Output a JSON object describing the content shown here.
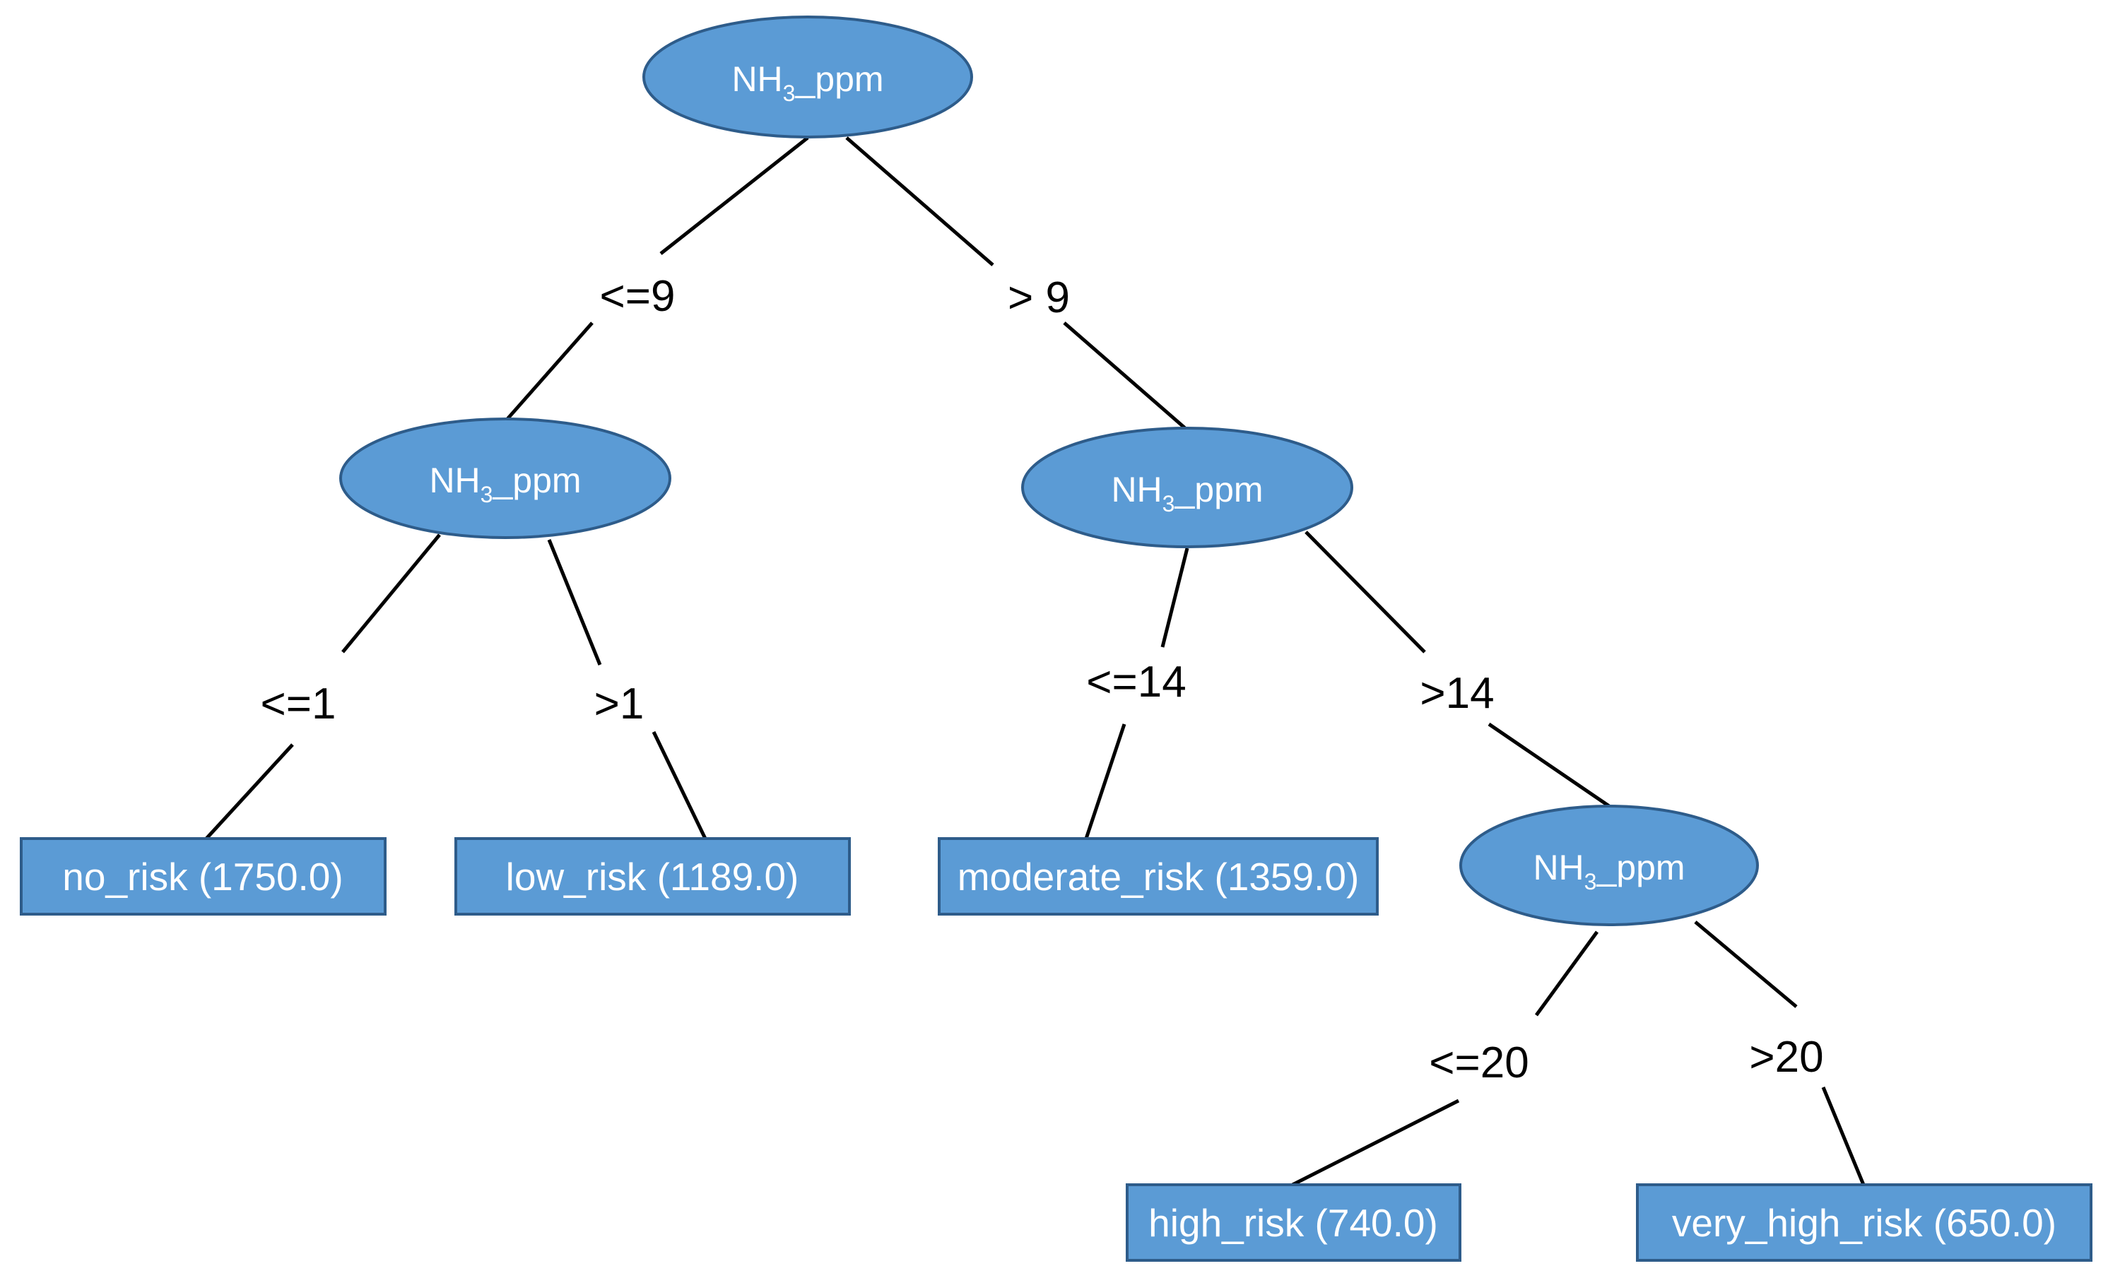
{
  "colors": {
    "node_fill": "#5b9bd5",
    "node_stroke": "#2e5c8a",
    "edge": "#000000",
    "label_text": "#000000",
    "node_text": "#ffffff"
  },
  "nodes": [
    {
      "id": "root",
      "name": "NH",
      "sub": "3",
      "suffix": "_ppm"
    },
    {
      "id": "left",
      "name": "NH",
      "sub": "3",
      "suffix": "_ppm"
    },
    {
      "id": "right",
      "name": "NH",
      "sub": "3",
      "suffix": "_ppm"
    },
    {
      "id": "right_right",
      "name": "NH",
      "sub": "3",
      "suffix": "_ppm"
    }
  ],
  "edges": [
    {
      "id": "root-left",
      "label": "<=9"
    },
    {
      "id": "root-right",
      "label": "> 9"
    },
    {
      "id": "left-noRisk",
      "label": "<=1"
    },
    {
      "id": "left-lowRisk",
      "label": ">1"
    },
    {
      "id": "right-moderate",
      "label": "<=14"
    },
    {
      "id": "right-rightRight",
      "label": ">14"
    },
    {
      "id": "rr-high",
      "label": "<=20"
    },
    {
      "id": "rr-veryHigh",
      "label": ">20"
    }
  ],
  "leaves": [
    {
      "id": "no_risk",
      "label": "no_risk (1750.0)"
    },
    {
      "id": "low_risk",
      "label": "low_risk (1189.0)"
    },
    {
      "id": "moderate_risk",
      "label": "moderate_risk (1359.0)"
    },
    {
      "id": "high_risk",
      "label": "high_risk (740.0)"
    },
    {
      "id": "very_high_risk",
      "label": "very_high_risk (650.0)"
    }
  ]
}
